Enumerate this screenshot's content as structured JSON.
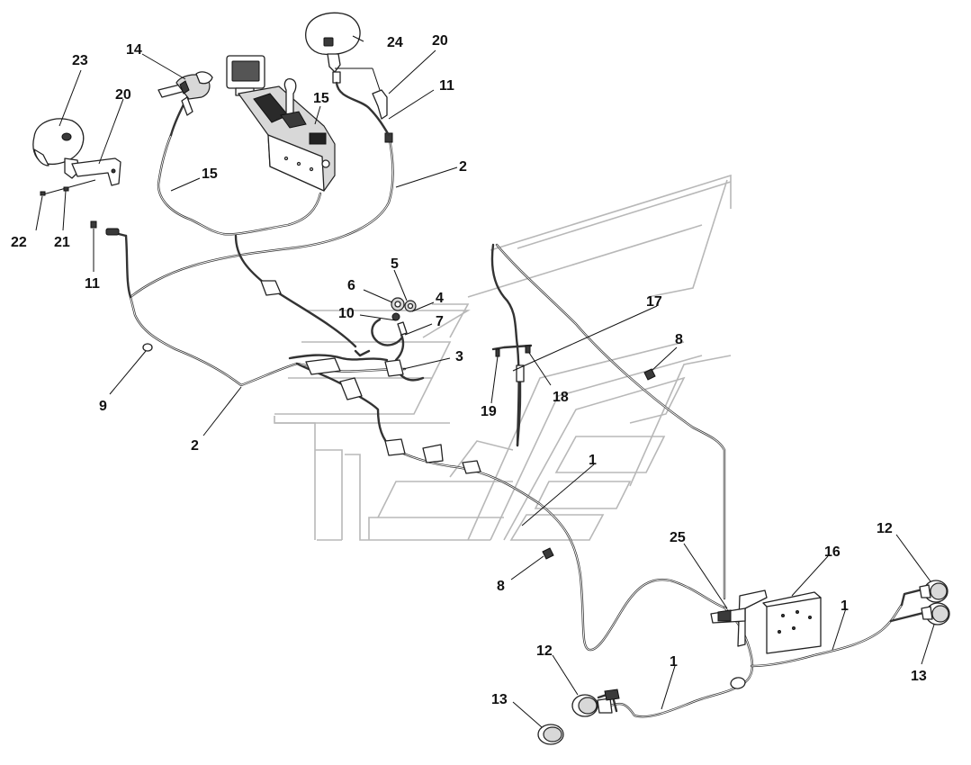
{
  "diagram": {
    "callouts": [
      {
        "id": "c23",
        "text": "23"
      },
      {
        "id": "c14",
        "text": "14"
      },
      {
        "id": "c20a",
        "text": "20"
      },
      {
        "id": "c24",
        "text": "24"
      },
      {
        "id": "c20b",
        "text": "20"
      },
      {
        "id": "c11a",
        "text": "11"
      },
      {
        "id": "c15a",
        "text": "15"
      },
      {
        "id": "c15b",
        "text": "15"
      },
      {
        "id": "c2a",
        "text": "2"
      },
      {
        "id": "c22",
        "text": "22"
      },
      {
        "id": "c21",
        "text": "21"
      },
      {
        "id": "c11b",
        "text": "11"
      },
      {
        "id": "c5",
        "text": "5"
      },
      {
        "id": "c6",
        "text": "6"
      },
      {
        "id": "c4",
        "text": "4"
      },
      {
        "id": "c10",
        "text": "10"
      },
      {
        "id": "c7",
        "text": "7"
      },
      {
        "id": "c17",
        "text": "17"
      },
      {
        "id": "c8a",
        "text": "8"
      },
      {
        "id": "c3",
        "text": "3"
      },
      {
        "id": "c9",
        "text": "9"
      },
      {
        "id": "c18",
        "text": "18"
      },
      {
        "id": "c19",
        "text": "19"
      },
      {
        "id": "c2b",
        "text": "2"
      },
      {
        "id": "c1a",
        "text": "1"
      },
      {
        "id": "c8b",
        "text": "8"
      },
      {
        "id": "c25",
        "text": "25"
      },
      {
        "id": "c16",
        "text": "16"
      },
      {
        "id": "c12a",
        "text": "12"
      },
      {
        "id": "c1b",
        "text": "1"
      },
      {
        "id": "c13a",
        "text": "13"
      },
      {
        "id": "c12b",
        "text": "12"
      },
      {
        "id": "c1c",
        "text": "1"
      },
      {
        "id": "c13b",
        "text": "13"
      }
    ]
  }
}
